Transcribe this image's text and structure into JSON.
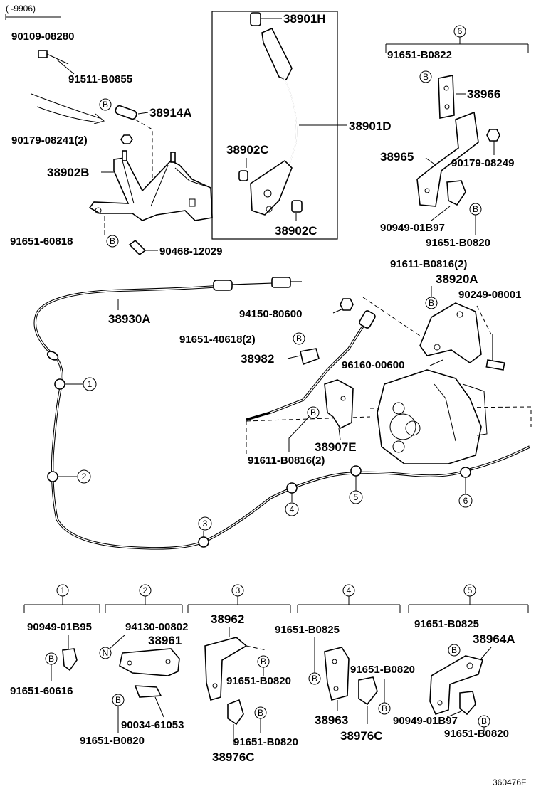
{
  "header_note": "(  -9906)",
  "figure_id": "360476F",
  "labels": {
    "p90109": "90109-08280",
    "p91511": "91511-B0855",
    "p38914A": "38914A",
    "p90179a": "90179-08241(2)",
    "p38902B": "38902B",
    "p91651_60818": "91651-60818",
    "p90468": "90468-12029",
    "p38901H": "38901H",
    "p38901D": "38901D",
    "p38902C_a": "38902C",
    "p38902C_b": "38902C",
    "p91651_B0822": "91651-B0822",
    "p38966": "38966",
    "p38965": "38965",
    "p90179b": "90179-08249",
    "p90949a": "90949-01B97",
    "p91651_B0820a": "91651-B0820",
    "p91611a": "91611-B0816(2)",
    "p38920A": "38920A",
    "p90249": "90249-08001",
    "p38930A": "38930A",
    "p94150": "94150-80600",
    "p91651_40618": "91651-40618(2)",
    "p38982": "38982",
    "p96160": "96160-00600",
    "p38907E": "38907E",
    "p91611b": "91611-B0816(2)",
    "d1_90949": "90949-01B95",
    "d1_91651": "91651-60616",
    "d2_94130": "94130-00802",
    "d2_38961": "38961",
    "d2_90034": "90034-61053",
    "d2_91651": "91651-B0820",
    "d3_38962": "38962",
    "d3_91651a": "91651-B0820",
    "d3_91651b": "91651-B0820",
    "d3_38976C": "38976C",
    "d4_91651a": "91651-B0825",
    "d4_91651b": "91651-B0820",
    "d4_38963": "38963",
    "d4_38976C": "38976C",
    "d5_91651a": "91651-B0825",
    "d5_38964A": "38964A",
    "d5_90949": "90949-01B97",
    "d5_91651b": "91651-B0820"
  },
  "callouts": [
    "1",
    "2",
    "3",
    "4",
    "5",
    "6"
  ],
  "letters": {
    "b": "B",
    "n": "N"
  }
}
